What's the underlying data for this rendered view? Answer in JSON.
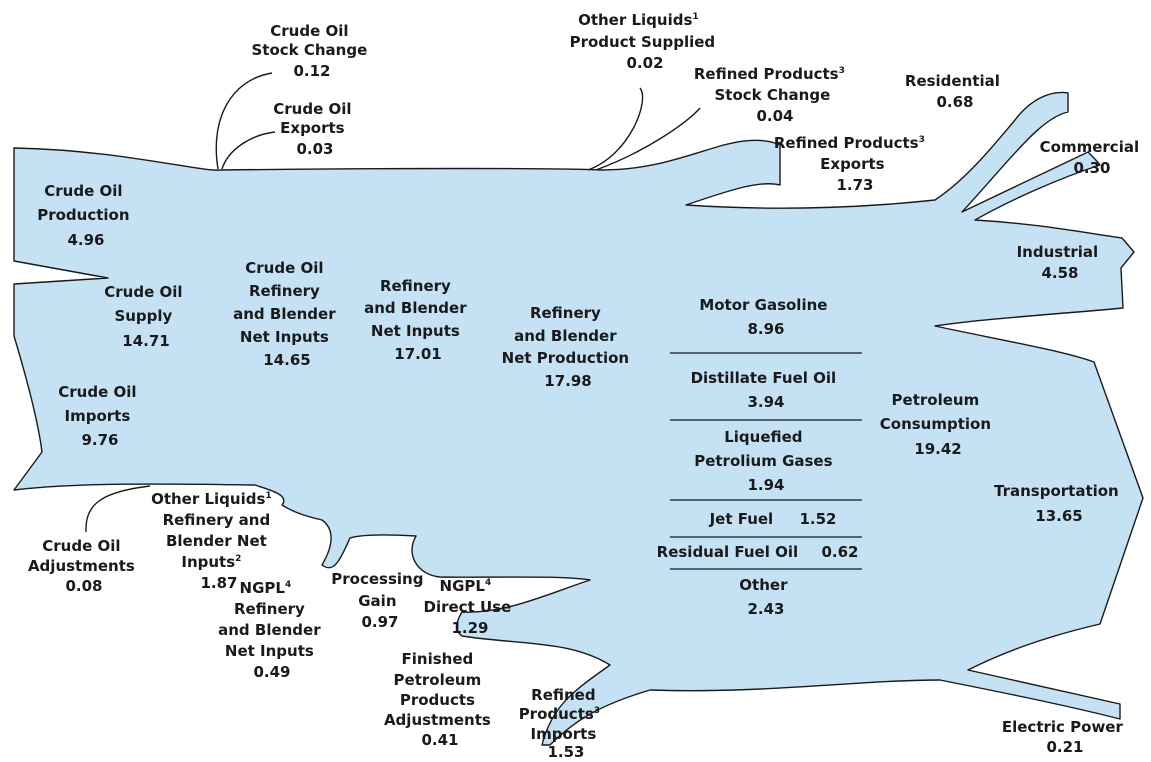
{
  "labels": {
    "crude_stock_change": {
      "name": "Crude Oil Stock Change",
      "value": "0.12"
    },
    "crude_exports": {
      "name": "Crude Oil Exports",
      "value": "0.03"
    },
    "other_liquids_supplied": {
      "name": "Other Liquids Product Supplied",
      "sup": "1",
      "value": "0.02"
    },
    "refined_stock_change": {
      "name": "Refined Products Stock Change",
      "sup": "3",
      "value": "0.04"
    },
    "refined_exports": {
      "name": "Refined Products Exports",
      "sup": "3",
      "value": "1.73"
    },
    "residential": {
      "name": "Residential",
      "value": "0.68"
    },
    "commercial": {
      "name": "Commercial",
      "value": "0.30"
    },
    "industrial": {
      "name": "Industrial",
      "value": "4.58"
    },
    "crude_production": {
      "name": "Crude Oil Production",
      "value": "4.96"
    },
    "crude_supply": {
      "name": "Crude Oil Supply",
      "value": "14.71"
    },
    "crude_net_inputs": {
      "name": "Crude Oil Refinery and Blender Net Inputs",
      "value": "14.65"
    },
    "refinery_net_inputs": {
      "name": "Refinery and Blender Net Inputs",
      "value": "17.01"
    },
    "refinery_net_production": {
      "name": "Refinery and Blender Net Production",
      "value": "17.98"
    },
    "motor_gasoline": {
      "name": "Motor Gasoline",
      "value": "8.96"
    },
    "distillate": {
      "name": "Distillate Fuel Oil",
      "value": "3.94"
    },
    "lpg": {
      "name": "Liquefied Petrolium Gases",
      "value": "1.94"
    },
    "jet_fuel": {
      "name": "Jet Fuel",
      "value": "1.52"
    },
    "residual": {
      "name": "Residual Fuel Oil",
      "value": "0.62"
    },
    "other": {
      "name": "Other",
      "value": "2.43"
    },
    "petroleum_consumption": {
      "name": "Petroleum Consumption",
      "value": "19.42"
    },
    "crude_imports": {
      "name": "Crude Oil Imports",
      "value": "9.76"
    },
    "transportation": {
      "name": "Transportation",
      "value": "13.65"
    },
    "crude_adjustments": {
      "name": "Crude Oil Adjustments",
      "value": "0.08"
    },
    "other_liquids_inputs": {
      "name": "Other Liquids Refinery and Blender Net Inputs",
      "sup1": "1",
      "sup2": "2",
      "value": "1.87"
    },
    "ngpl_inputs": {
      "name": "NGPL Refinery and Blender Net Inputs",
      "sup": "4",
      "value": "0.49"
    },
    "processing_gain": {
      "name": "Processing Gain",
      "value": "0.97"
    },
    "ngpl_direct_use": {
      "name": "NGPL Direct Use",
      "sup": "4",
      "value": "1.29"
    },
    "finished_adjustments": {
      "name": "Finished Petroleum Products Adjustments",
      "value": "0.41"
    },
    "refined_imports": {
      "name": "Refined Products Imports",
      "sup": "3",
      "value": "1.53"
    },
    "electric_power": {
      "name": "Electric Power",
      "value": "0.21"
    }
  }
}
